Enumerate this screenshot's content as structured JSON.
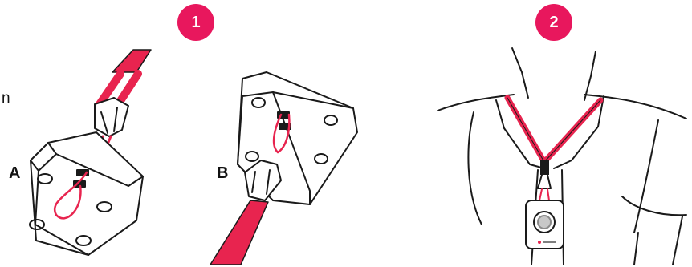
{
  "colors": {
    "accent": "#e8175d",
    "strap": "#e8244f",
    "ink": "#1a1a1a"
  },
  "steps": [
    {
      "number": "1"
    },
    {
      "number": "2"
    }
  ],
  "labels": {
    "a": "A",
    "b": "B"
  },
  "left_fragment": "n"
}
